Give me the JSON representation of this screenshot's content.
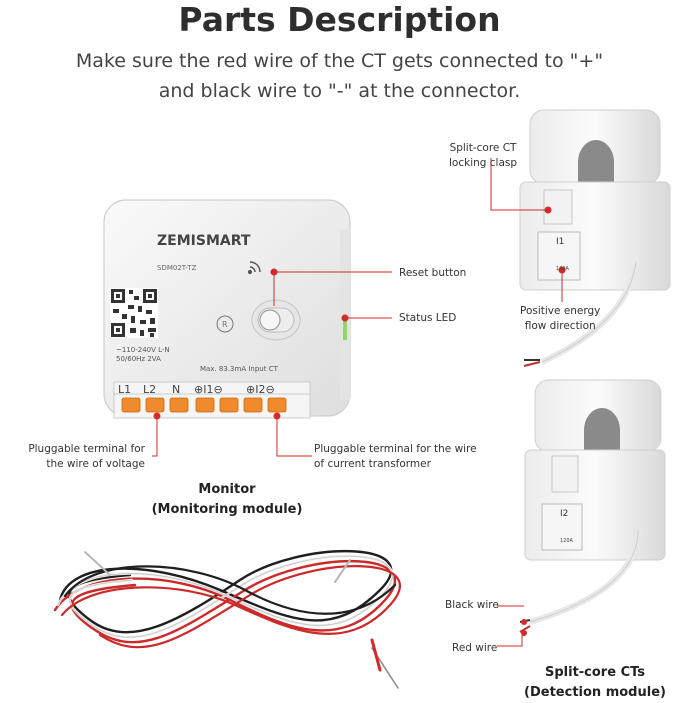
{
  "heading": {
    "title": "Parts Description",
    "subtitle_line1": "Make sure the red wire of the CT gets connected to \"+\"",
    "subtitle_line2": "and black wire to \"-\" at the connector."
  },
  "module": {
    "brand": "ZEMISMART",
    "model": "SDM02T-TZ",
    "voltage_rating": "~110-240V L-N",
    "frequency_rating": "50/60Hz 2VA",
    "input_rating": "Max. 83.3mA Input CT",
    "reset_symbol": "R",
    "terminals": [
      "L1",
      "L2",
      "N",
      "⊕I1⊖",
      "⊕I2⊖"
    ]
  },
  "labels": {
    "clasp_line1": "Split-core CT",
    "clasp_line2": "locking clasp",
    "reset_button": "Reset button",
    "status_led": "Status LED",
    "positive_line1": "Positive energy",
    "positive_line2": "flow direction",
    "terminal_voltage_line1": "Pluggable terminal for",
    "terminal_voltage_line2": "the wire of voltage",
    "terminal_ct_line1": "Pluggable terminal for the wire",
    "terminal_ct_line2": "of current transformer",
    "black_wire": "Black wire",
    "red_wire": "Red wire"
  },
  "ct_labels": {
    "ct1": "I1",
    "ct2": "I2",
    "ct_rating": "120A"
  },
  "captions": {
    "monitor_line1": "Monitor",
    "monitor_line2": "(Monitoring module)",
    "ct_line1": "Split-core CTs",
    "ct_line2": "(Detection module)"
  },
  "colors": {
    "accent_red": "#d42a2a",
    "terminal_orange": "#f08a2c",
    "body_white": "#f2f2f2"
  }
}
